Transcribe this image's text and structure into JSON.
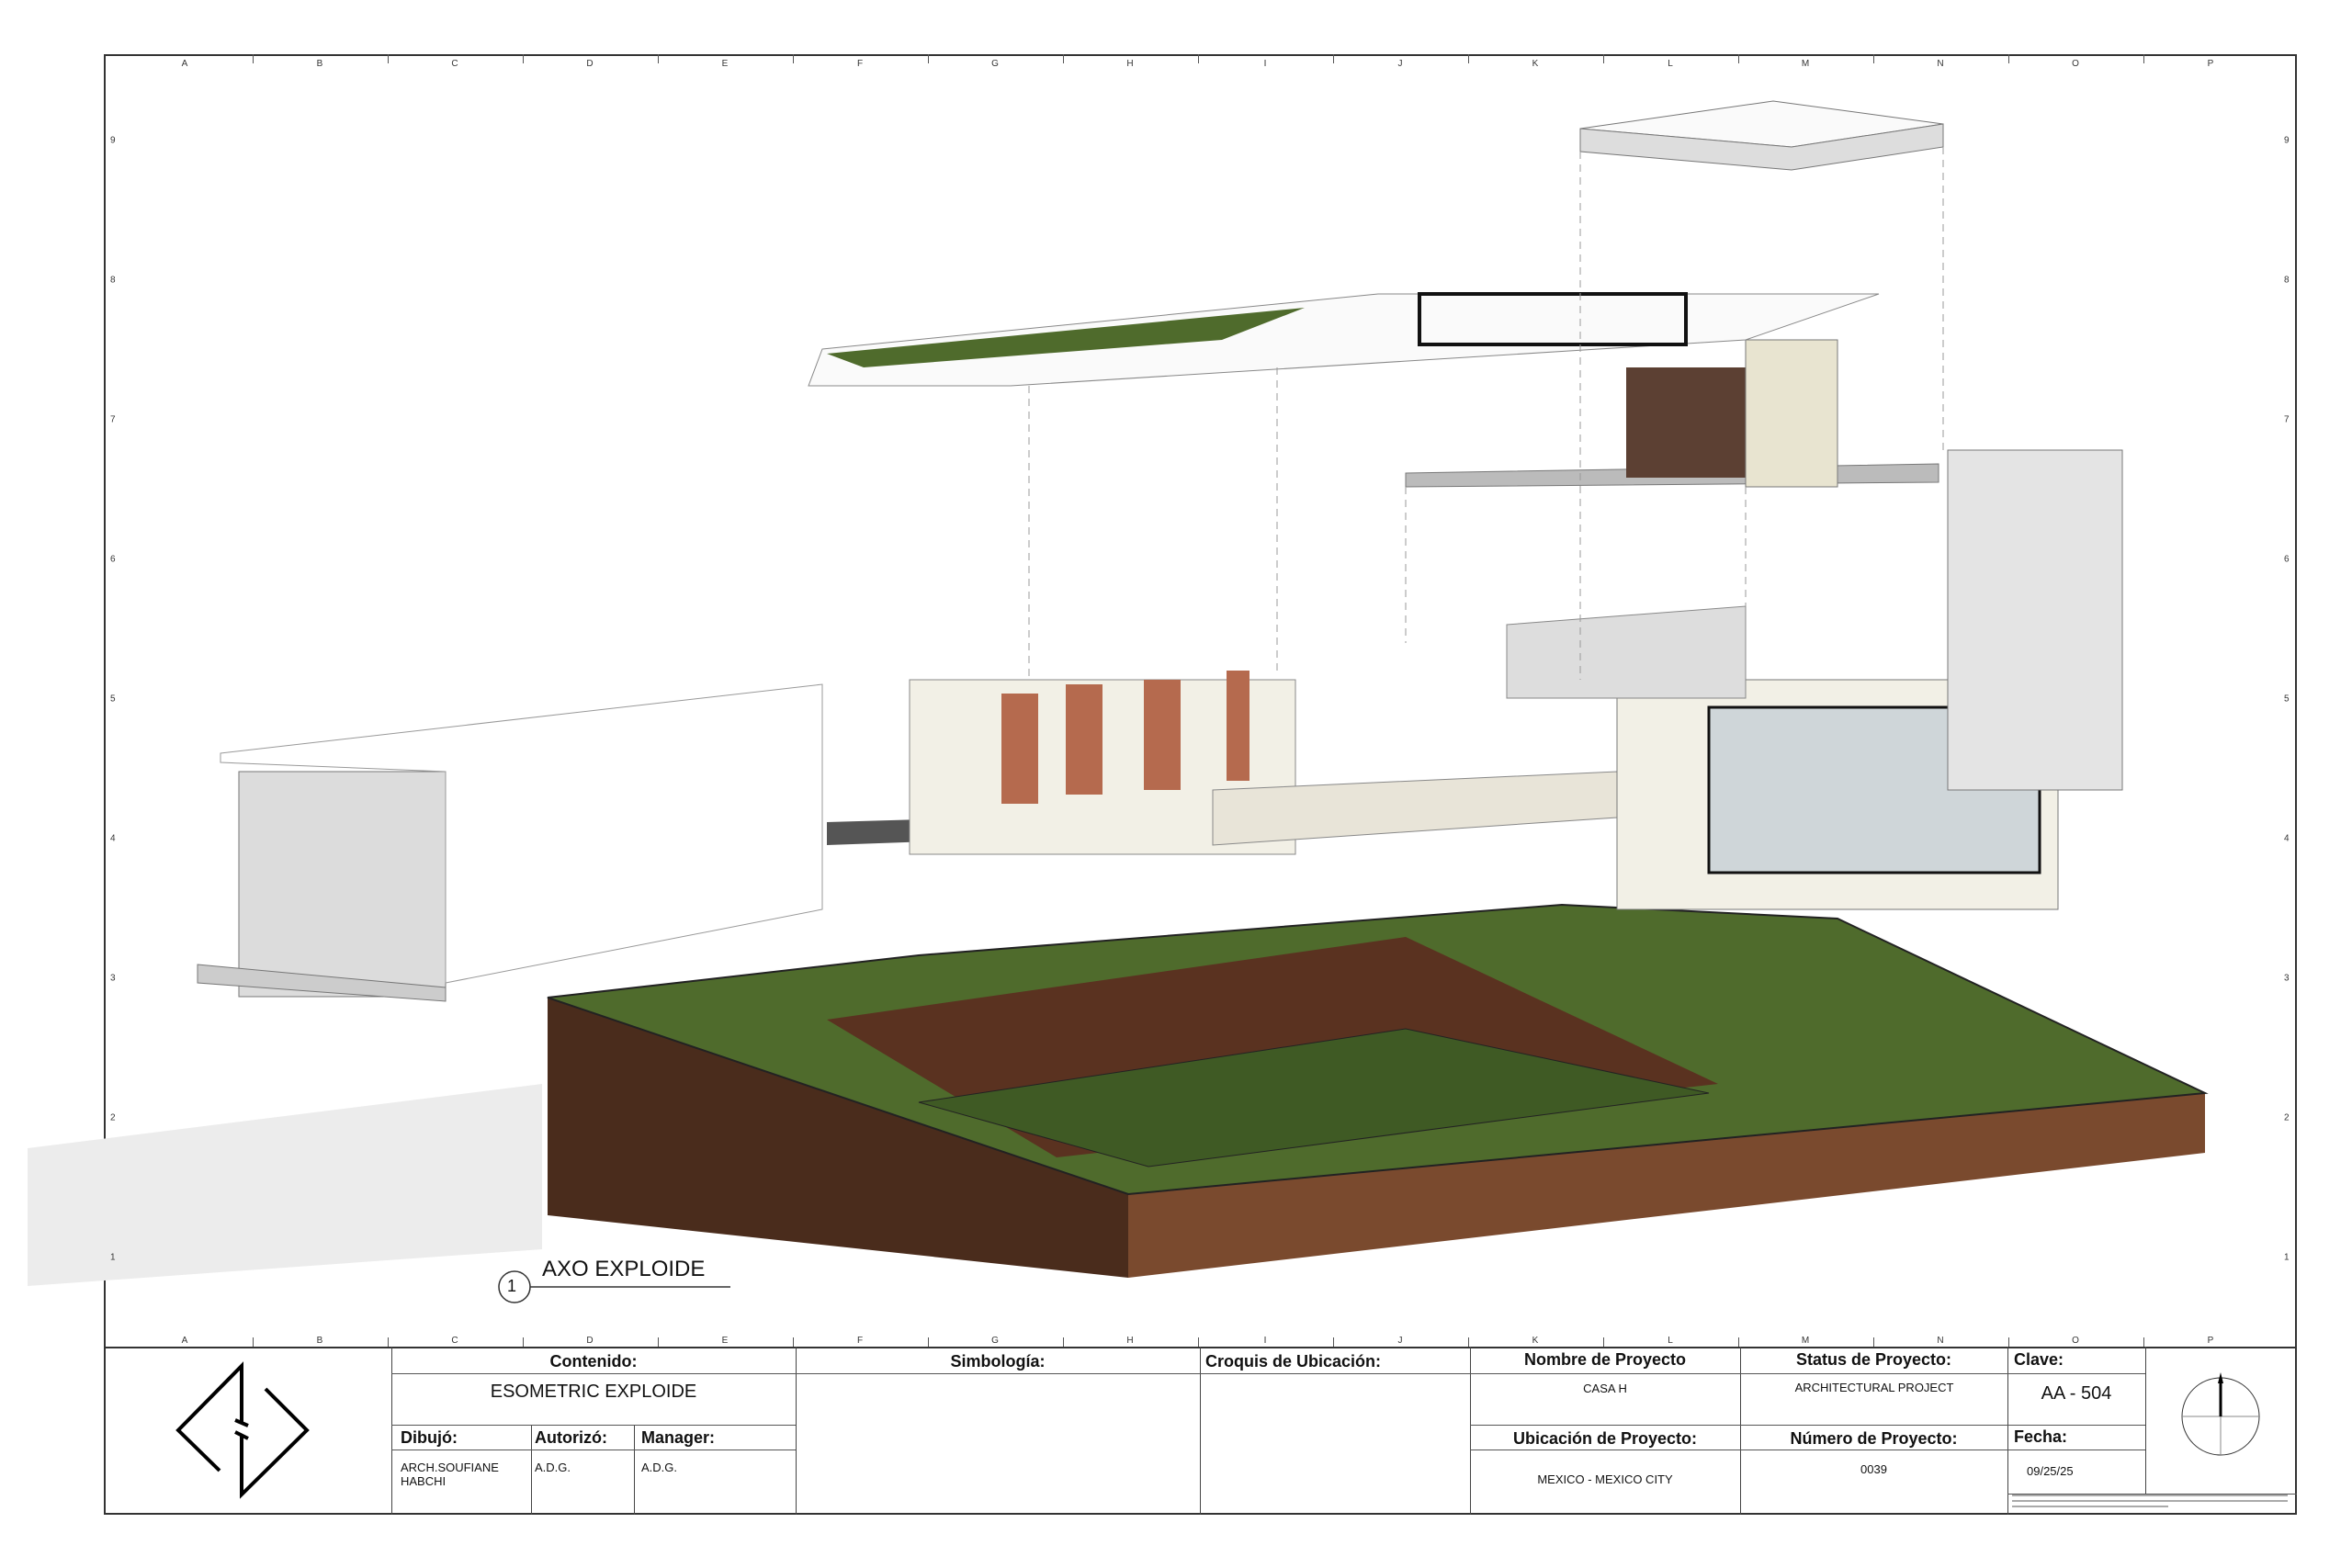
{
  "grid": {
    "columns": [
      "A",
      "B",
      "C",
      "D",
      "E",
      "F",
      "G",
      "H",
      "I",
      "J",
      "K",
      "L",
      "M",
      "N",
      "O",
      "P"
    ],
    "rows": [
      "9",
      "8",
      "7",
      "6",
      "5",
      "4",
      "3",
      "2",
      "1"
    ]
  },
  "view": {
    "number": "1",
    "title": "AXO EXPLOIDE"
  },
  "title_block": {
    "contenido_label": "Contenido:",
    "contenido_value": "ESOMETRIC EXPLOIDE",
    "dibujo_label": "Dibujó:",
    "dibujo_value": "ARCH.SOUFIANE HABCHI",
    "autorizo_label": "Autorizó:",
    "autorizo_value": "A.D.G.",
    "manager_label": "Manager:",
    "manager_value": "A.D.G.",
    "simbologia_label": "Simbología:",
    "croquis_label": "Croquis de Ubicación:",
    "nombre_label": "Nombre de Proyecto",
    "nombre_value": "CASA H",
    "ubicacion_label": "Ubicación de Proyecto:",
    "ubicacion_value": "MEXICO - MEXICO CITY",
    "status_label": "Status de Proyecto:",
    "status_value": "ARCHITECTURAL PROJECT",
    "numero_label": "Número de Proyecto:",
    "numero_value": "0039",
    "clave_label": "Clave:",
    "clave_value": "AA - 504",
    "fecha_label": "Fecha:",
    "fecha_value": "09/25/25"
  },
  "colors": {
    "grass": "#4f6b2c",
    "soil": "#4a2c1c",
    "soil_front": "#7a4a2e",
    "brick": "#b56a4e",
    "wall": "#f2f0e6"
  }
}
